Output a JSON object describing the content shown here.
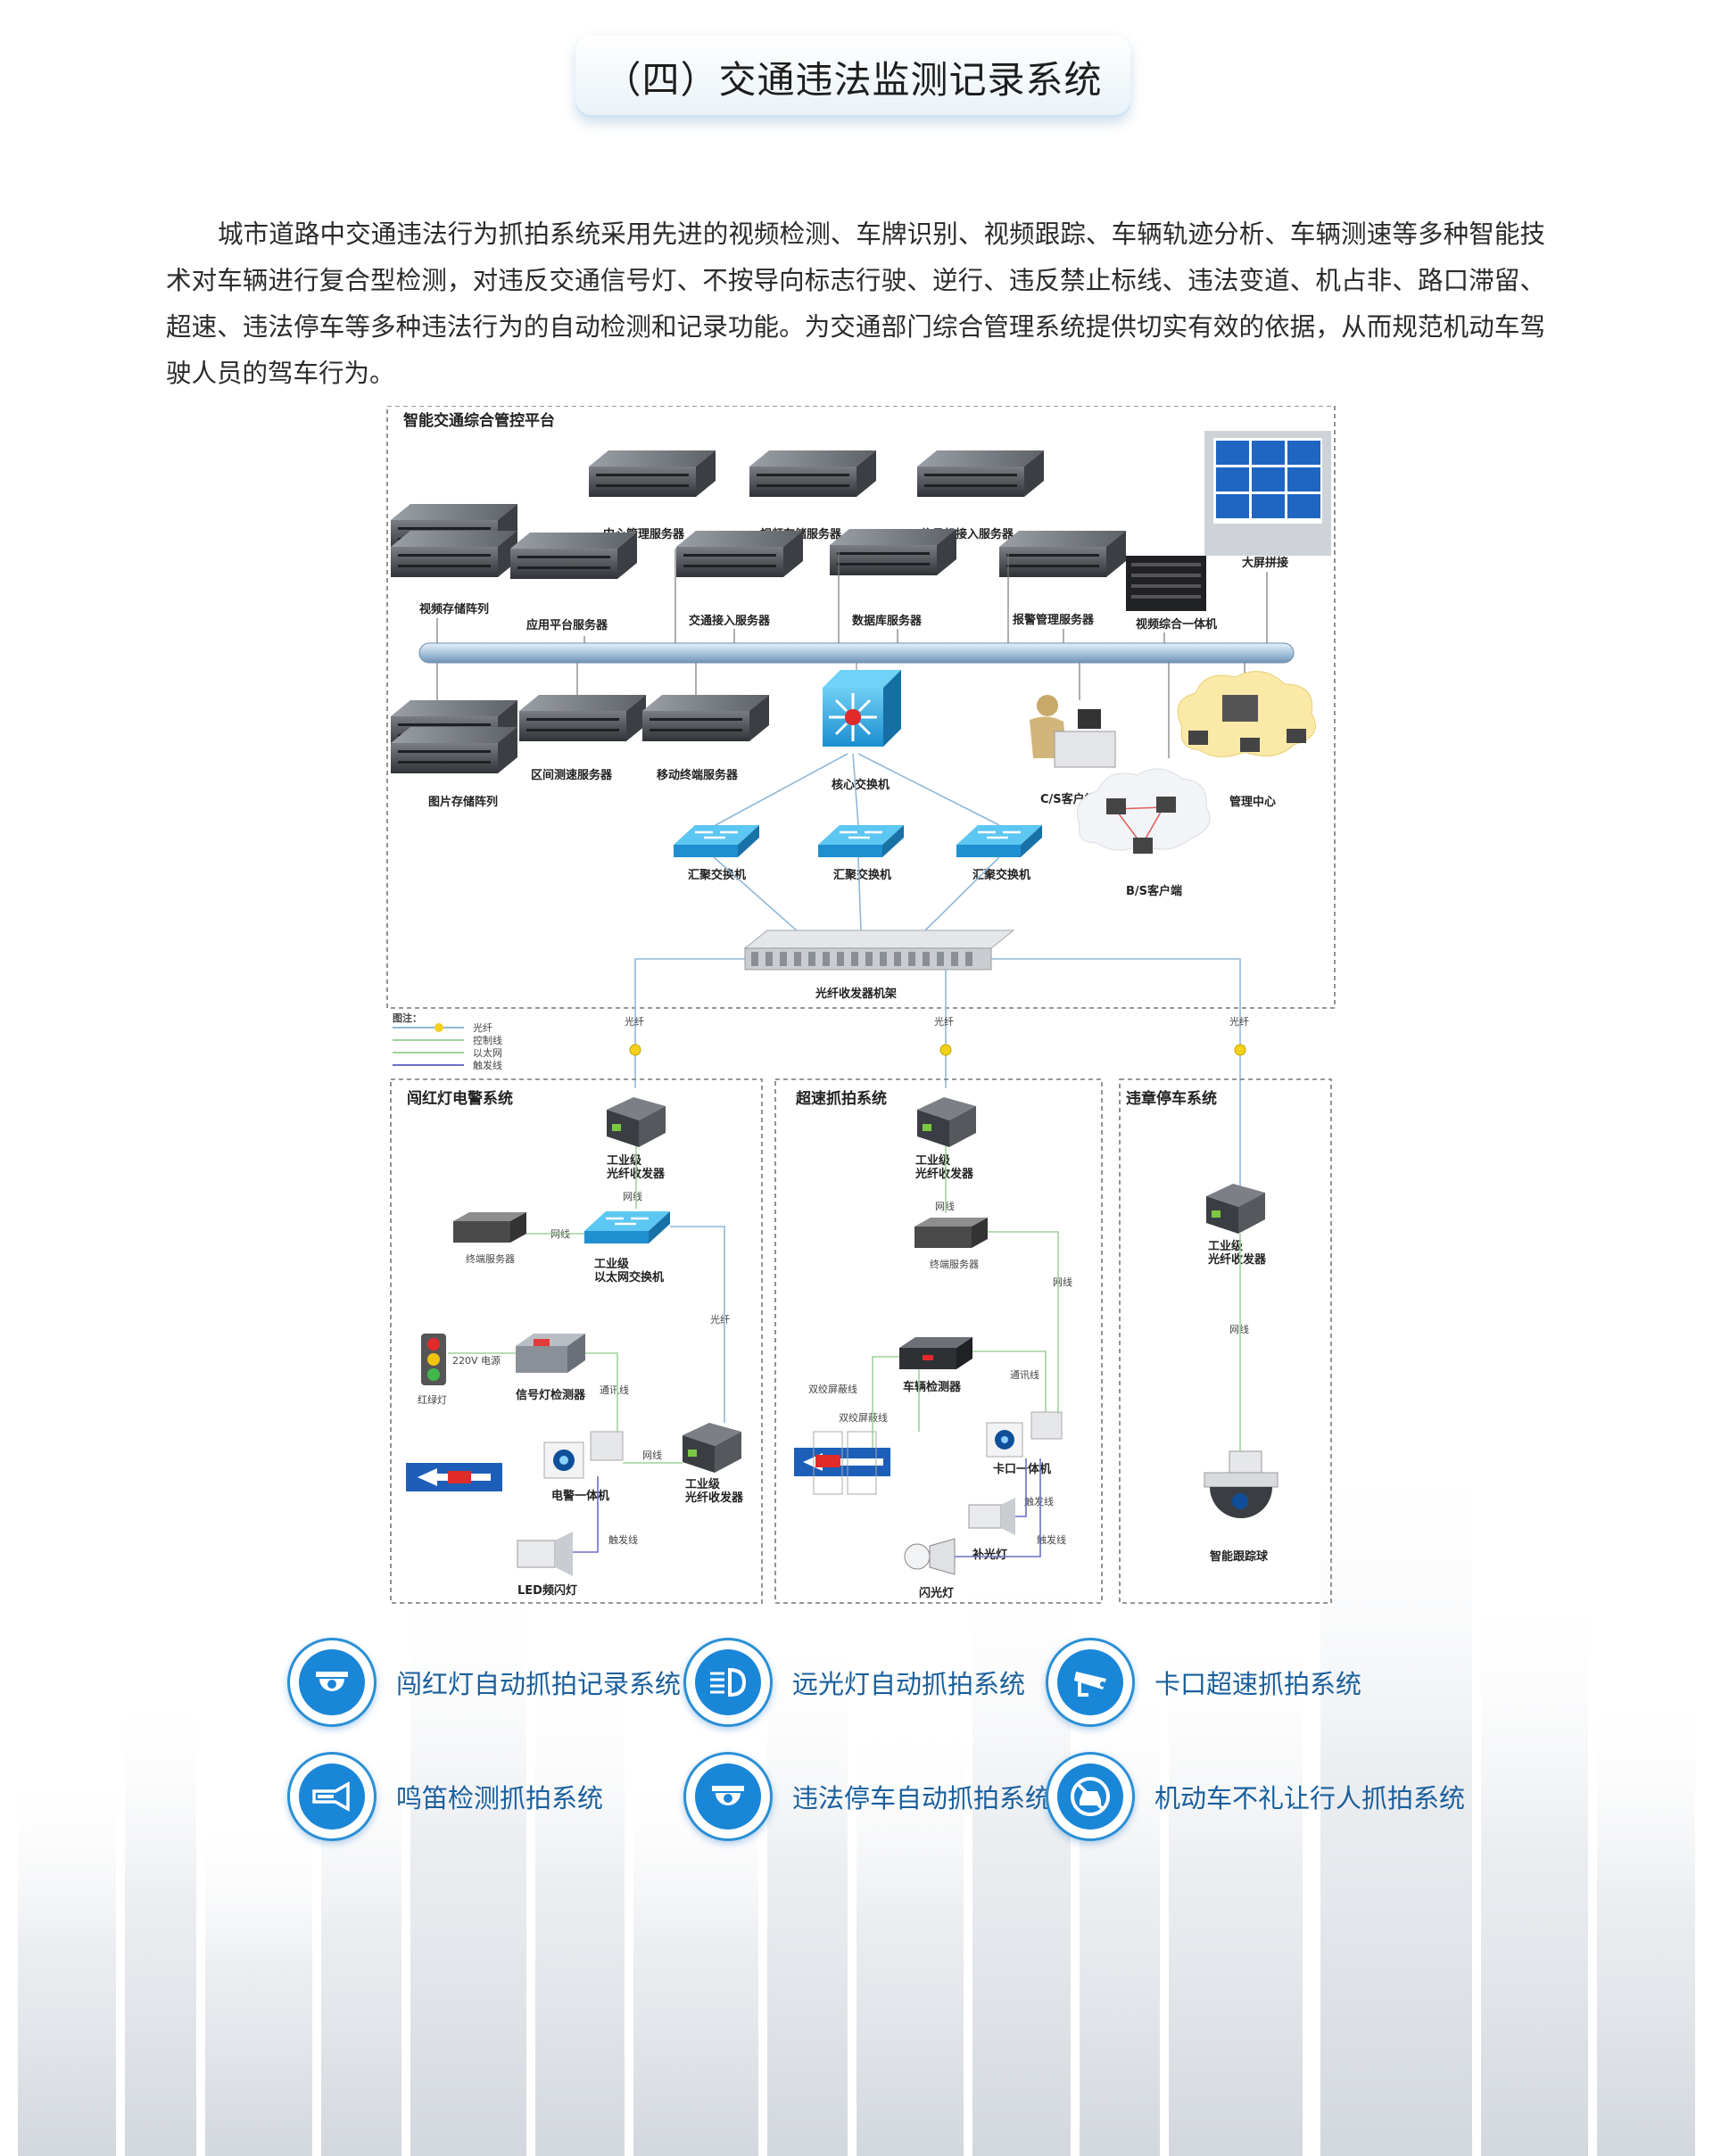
{
  "title": "（四）交通违法监测记录系统",
  "intro": "城市道路中交通违法行为抓拍系统采用先进的视频检测、车牌识别、视频跟踪、车辆轨迹分析、车辆测速等多种智能技术对车辆进行复合型检测，对违反交通信号灯、不按导向标志行驶、逆行、违反禁止标线、违法变道、机占非、路口滞留、超速、违法停车等多种违法行为的自动检测和记录功能。为交通部门综合管理系统提供切实有效的依据，从而规范机动车驾驶人员的驾车行为。",
  "diagram": {
    "platform_title": "智能交通综合管控平台",
    "servers_top": [
      "中心管理服务器",
      "视频存储服务器",
      "信号机接入服务器"
    ],
    "servers_mid": [
      "视频存储阵列",
      "应用平台服务器",
      "交通接入服务器",
      "数据库服务器",
      "报警管理服务器",
      "视频综合一体机",
      "大屏拼接"
    ],
    "servers_low": [
      "图片存储阵列",
      "区间测速服务器",
      "移动终端服务器"
    ],
    "core_switch": "核心交换机",
    "cs_client": "C/S客户端",
    "bs_client": "B/S客户端",
    "mgmt_center": "管理中心",
    "agg_switch": "汇聚交换机",
    "fiber_rack": "光纤收发器机架",
    "fiber": "光纤",
    "legend_title": "图注：",
    "legend": [
      "光纤",
      "控制线",
      "以太网",
      "触发线"
    ],
    "sub1": {
      "title": "闯红灯电警系统",
      "transceiver": "工业级\n光纤收发器",
      "netline": "网线",
      "terminal": "终端服务器",
      "eth_switch": "工业级\n以太网交换机",
      "fiber": "光纤",
      "power": "220V 电源",
      "traffic_light": "红绿灯",
      "detector": "信号灯检测器",
      "comm": "通讯线",
      "camera": "电警一体机",
      "transceiver2": "工业级\n光纤收发器",
      "trigger": "触发线",
      "flash": "LED频闪灯"
    },
    "sub2": {
      "title": "超速抓拍系统",
      "transceiver": "工业级\n光纤收发器",
      "netline": "网线",
      "terminal": "终端服务器",
      "vehicle_detector": "车辆检测器",
      "twisted1": "双绞屏蔽线",
      "twisted2": "双绞屏蔽线",
      "comm": "通讯线",
      "camera": "卡口一体机",
      "trigger1": "触发线",
      "trigger2": "触发线",
      "fill_light": "补光灯",
      "strobe": "闪光灯"
    },
    "sub3": {
      "title": "违章停车系统",
      "transceiver": "工业级\n光纤收发器",
      "netline": "网线",
      "dome": "智能跟踪球"
    }
  },
  "features": [
    {
      "label": "闯红灯自动抓拍记录系统",
      "icon": "dome-camera-icon"
    },
    {
      "label": "远光灯自动抓拍系统",
      "icon": "headlight-icon"
    },
    {
      "label": "卡口超速抓拍系统",
      "icon": "cctv-camera-icon"
    },
    {
      "label": "鸣笛检测抓拍系统",
      "icon": "horn-icon"
    },
    {
      "label": "违法停车自动抓拍系统",
      "icon": "dome-camera-icon"
    },
    {
      "label": "机动车不礼让行人抓拍系统",
      "icon": "no-car-icon"
    }
  ],
  "colors": {
    "accent": "#1a86d8",
    "fiber": "#8fb8d8",
    "control": "#9fd39a",
    "ethernet": "#9fd39a",
    "trigger": "#6b6fc7"
  }
}
